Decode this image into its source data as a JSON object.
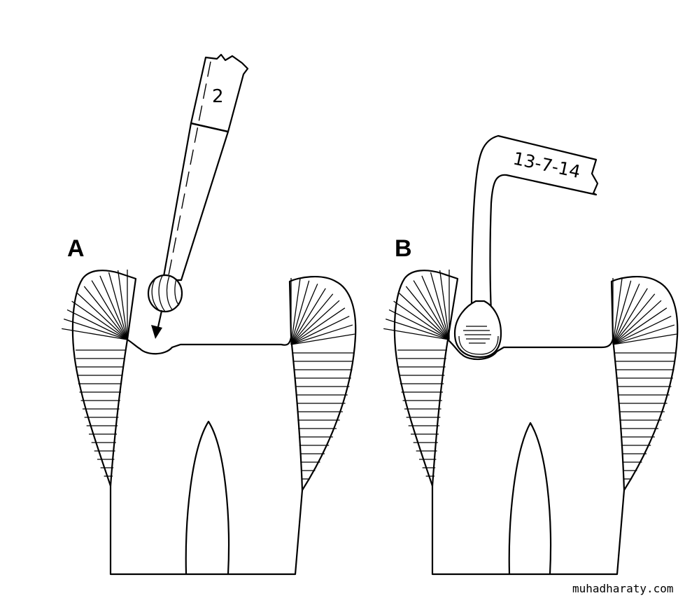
{
  "panels": [
    {
      "id": "A",
      "label": "A",
      "instrument": "bur",
      "instrument_label": "2"
    },
    {
      "id": "B",
      "label": "B",
      "instrument": "hand-instrument",
      "instrument_label": "13-7-14"
    }
  ],
  "watermark": "muhadharaty.com"
}
